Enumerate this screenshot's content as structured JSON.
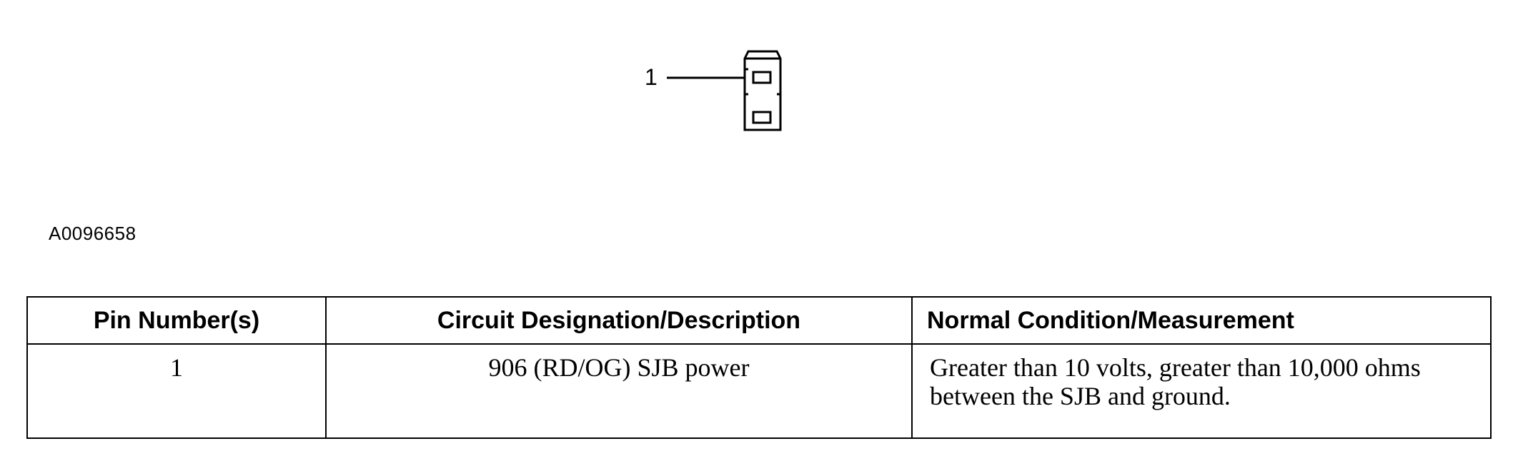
{
  "figure": {
    "callout": "1",
    "id": "A0096658"
  },
  "table": {
    "headers": [
      "Pin Number(s)",
      "Circuit Designation/Description",
      "Normal Condition/Measurement"
    ],
    "rows": [
      {
        "pin": "1",
        "circuit": "906 (RD/OG) SJB power",
        "measurement": "Greater than 10 volts, greater than 10,000 ohms between the SJB and ground."
      }
    ]
  }
}
